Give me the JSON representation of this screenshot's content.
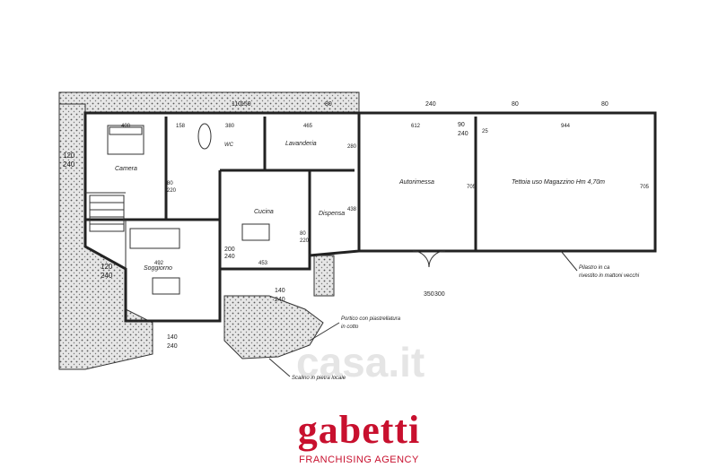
{
  "rooms": {
    "camera": "Camera",
    "wc": "WC",
    "lavanderia": "Lavanderia",
    "cucina": "Cucina",
    "dispensa": "Dispensa",
    "soggiorno": "Soggiorno",
    "autorimessa": "Autorimessa",
    "tettoia": "Tettoia uso Magazzino Hm 4,70m"
  },
  "notes": {
    "portico_1": "Portico con piastrellatura",
    "portico_2": "in cotto",
    "pilastro_1": "Pilastro in ca",
    "pilastro_2": "rivestito in mattoni vecchi",
    "scalino": "Scalino in pietra locale"
  },
  "dimensions": {
    "d400": "400",
    "d158": "158",
    "d380": "380",
    "d465": "465",
    "d612": "612",
    "d944": "944",
    "d120a": "120",
    "d240a": "240",
    "d120b": "120",
    "d240b": "240",
    "d110": "110",
    "d150": "150",
    "d80a": "80",
    "d80b": "80",
    "d80c": "80",
    "d240c": "240",
    "d90": "90",
    "d240d": "240",
    "d25": "25",
    "d492": "492",
    "d453": "453",
    "d140a": "140",
    "d240e": "240",
    "d140b": "140",
    "d240f": "240",
    "d350": "350",
    "d300": "300",
    "d200": "200",
    "d240g": "240",
    "d80d": "80",
    "d220a": "220",
    "d80e": "80",
    "d220b": "220",
    "d705a": "705",
    "d705b": "705",
    "d438": "438",
    "d280": "280"
  },
  "watermark": "casa.it",
  "brand": {
    "name": "gabetti",
    "subtitle": "FRANCHISING AGENCY"
  },
  "colors": {
    "brand": "#c8102e",
    "line": "#222222"
  }
}
